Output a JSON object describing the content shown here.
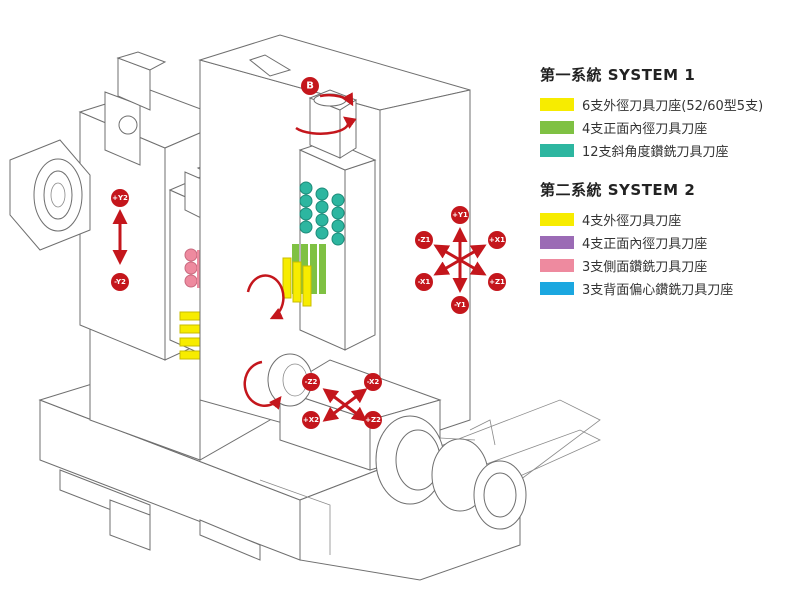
{
  "legend": {
    "system1": {
      "title": "第一系統 SYSTEM 1",
      "items": [
        {
          "label": "6支外徑刀具刀座(52/60型5支)",
          "color": "#f7ec00"
        },
        {
          "label": "4支正面內徑刀具刀座",
          "color": "#7fc143"
        },
        {
          "label": "12支斜角度鑽銑刀具刀座",
          "color": "#2db6a0"
        }
      ]
    },
    "system2": {
      "title": "第二系統 SYSTEM 2",
      "items": [
        {
          "label": "4支外徑刀具刀座",
          "color": "#f7ec00"
        },
        {
          "label": "4支正面內徑刀具刀座",
          "color": "#9b6bb5"
        },
        {
          "label": "3支側面鑽銑刀具刀座",
          "color": "#ee8a9f"
        },
        {
          "label": "3支背面偏心鑽銑刀具刀座",
          "color": "#1ba7e0"
        }
      ]
    }
  },
  "axes": {
    "b": "B",
    "y2_plus": "+Y2",
    "y2_minus": "-Y2",
    "y1_plus": "+Y1",
    "y1_minus": "-Y1",
    "x1_plus": "+X1",
    "x1_minus": "-X1",
    "z1_plus": "+Z1",
    "z1_minus": "-Z1",
    "x2_plus": "+X2",
    "x2_minus": "-X2",
    "z2_plus": "+Z2",
    "z2_minus": "-Z2"
  },
  "colors": {
    "axis_red": "#c4161c",
    "yellow": "#f7ec00",
    "green": "#7fc143",
    "teal": "#2db6a0",
    "purple": "#9b6bb5",
    "pink": "#ee8a9f",
    "blue": "#1ba7e0"
  }
}
